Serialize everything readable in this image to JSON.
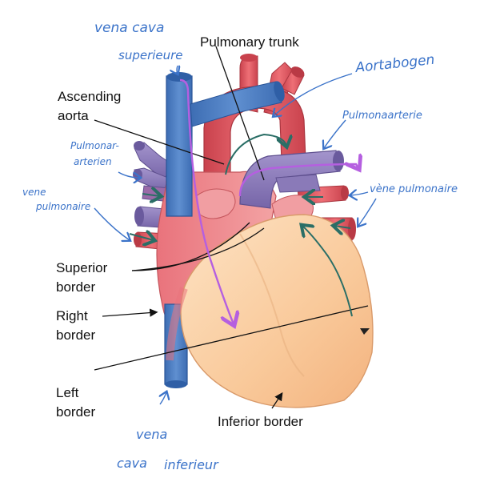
{
  "printed_labels": {
    "pulmonary_trunk": "Pulmonary trunk",
    "ascending_line1": "Ascending",
    "ascending_line2": "aorta",
    "superior_line1": "Superior",
    "superior_line2": "border",
    "right_line1": "Right",
    "right_line2": "border",
    "left_line1": "Left",
    "left_line2": "border",
    "inferior_border": "Inferior border"
  },
  "handwritten_labels": {
    "vena_cava_sup_line1": "vena cava",
    "vena_cava_sup_line2": "superieure",
    "aortabogen": "Aortabogen",
    "pulmonaarterie_right": "Pulmonaarterie",
    "pulmonar_left_line1": "Pulmonar-",
    "pulmonar_left_line2": "arterien",
    "vene_pulm_left_line1": "vene",
    "vene_pulm_left_line2": "pulmonaire",
    "vene_pulm_right": "vène pulmonaire",
    "vena_cava_inf_line1": "vena",
    "vena_cava_inf_line2": "cava",
    "vena_cava_inf_line3": "inferieur"
  },
  "colors": {
    "vein_blue": "#4f7fc2",
    "vein_blue_dark": "#2f5fa6",
    "artery_red": "#e0505a",
    "artery_dark": "#b93a45",
    "pulmonary_purple": "#8a7ab8",
    "myocardium_pink": "#ec8f93",
    "ventricle_peach": "#f9c99a",
    "ventricle_light": "#fde3c4",
    "annotation_blue": "#3b73c9",
    "annotation_purple": "#b55fe0",
    "annotation_green": "#2a6e66",
    "leader_black": "#111111"
  },
  "icons": {
    "circulation_arrow": "curved-arrow-icon"
  }
}
